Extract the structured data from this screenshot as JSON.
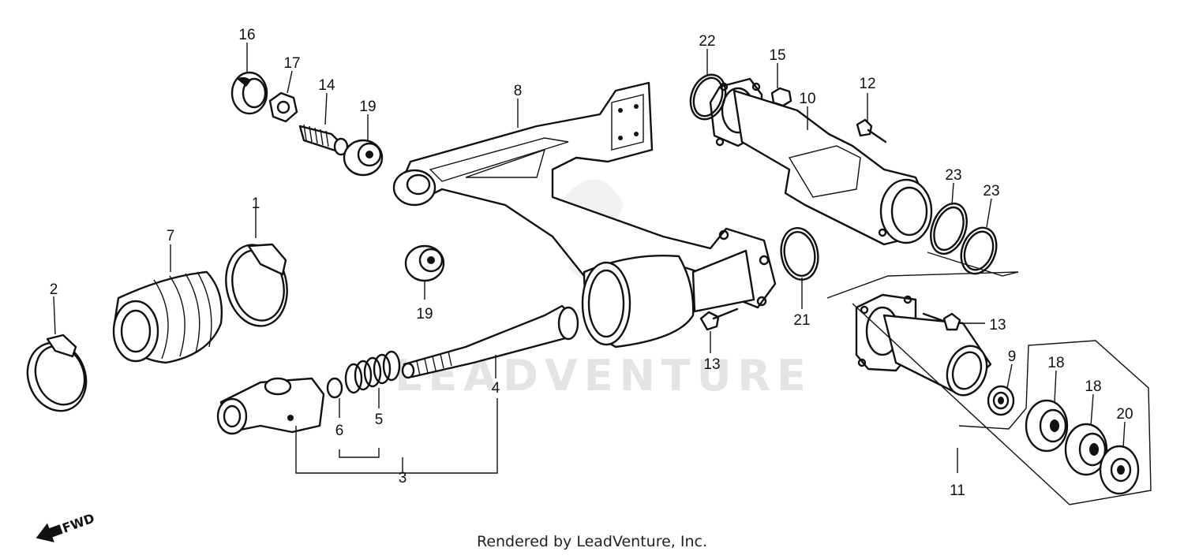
{
  "watermark": "LEADVENTURE",
  "fwd_label": "FWD",
  "footer": "Rendered by LeadVenture, Inc.",
  "callouts": [
    "1",
    "2",
    "3",
    "4",
    "5",
    "6",
    "7",
    "8",
    "9",
    "10",
    "11",
    "12",
    "13",
    "13",
    "14",
    "15",
    "16",
    "17",
    "18",
    "18",
    "19",
    "19",
    "20",
    "21",
    "22",
    "23",
    "23"
  ]
}
